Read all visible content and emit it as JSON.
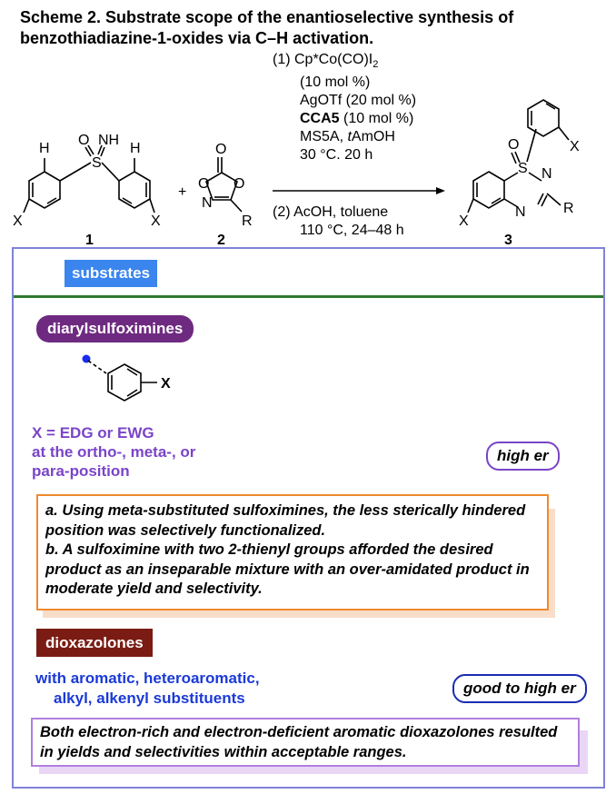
{
  "title": {
    "line1": "Scheme 2. Substrate scope of the enantioselective synthesis of",
    "line2": "benzothiadiazine-1-oxides via C–H activation."
  },
  "scheme": {
    "reagent1_number": "1",
    "reagent2_number": "2",
    "product_number": "3",
    "plus": "+",
    "atom_H": "H",
    "atom_O": "O",
    "atom_NH": "NH",
    "atom_S": "S",
    "atom_N": "N",
    "atom_X": "X",
    "atom_R": "R",
    "conditions_step1": {
      "l1": "(1) Cp*Co(CO)I",
      "l1_sub": "2",
      "l2": "(10 mol %)",
      "l3": "AgOTf (20 mol %)",
      "l4_bold": "CCA5",
      "l4_rest": " (10 mol %)",
      "l5a": "MS5A, ",
      "l5b": "t",
      "l5c": "AmOH",
      "l6": "30 °C. 20 h"
    },
    "conditions_step2": {
      "l1": "(2) AcOH, toluene",
      "l2": "110 °C, 24–48 h"
    }
  },
  "panel": {
    "substrates_tag": "substrates",
    "diaryl_tag": "diarylsulfoximines",
    "substituent_label": "X",
    "x_desc": "X = EDG or EWG\nat the ortho-, meta-, or\npara-position",
    "high_er": "high er",
    "note_a": {
      "a": "a. Using meta-substituted sulfoximines, the less sterically hindered position was selectively functionalized.",
      "b": "b. A sulfoximine with two 2-thienyl groups afforded the desired product as an inseparable mixture with an over-amidated product in moderate yield and selectivity."
    },
    "diox_tag": "dioxazolones",
    "diox_line1": "with aromatic, heteroaromatic,",
    "diox_line2": "alkyl, alkenyl substituents",
    "good_er": "good to high er",
    "note_b": "Both electron-rich and electron-deficient aromatic dioxazolones resulted in yields and selectivities within acceptable ranges."
  },
  "colors": {
    "frame": "#7f83d8",
    "substrates_tag": "#3a85ee",
    "divider": "#2d7a2d",
    "diaryl_tag": "#6e2a80",
    "x_desc": "#7a44c8",
    "note_a_border": "#ee8a2e",
    "diox_tag": "#7a1c13",
    "diox_text": "#1a3ad6",
    "note_b_border": "#b07fe0",
    "attach_dot": "#1a2cf0"
  }
}
